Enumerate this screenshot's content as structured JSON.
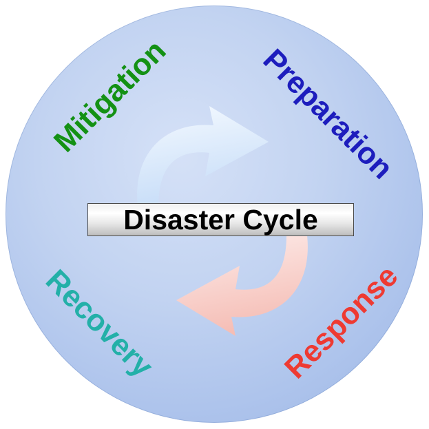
{
  "diagram": {
    "title": "Disaster Cycle",
    "phases": [
      {
        "label": "Mitigation",
        "color": "#149114",
        "position": "top-left"
      },
      {
        "label": "Preparation",
        "color": "#1d1dbd",
        "position": "top-right"
      },
      {
        "label": "Recovery",
        "color": "#23b0a8",
        "position": "bottom-left"
      },
      {
        "label": "Response",
        "color": "#ee3a32",
        "position": "bottom-right"
      }
    ],
    "icons": [
      {
        "name": "clockwise-arrow-top",
        "color": "#d7e7fa"
      },
      {
        "name": "clockwise-arrow-bottom",
        "color": "#f7d0ca"
      }
    ],
    "colors": {
      "outer_circle": "#b4c8ee",
      "inner_circle": "#e8877f",
      "title_bar_background": "#ffffff",
      "title_bar_border": "#4a4a4a",
      "title_text": "#000000"
    }
  }
}
